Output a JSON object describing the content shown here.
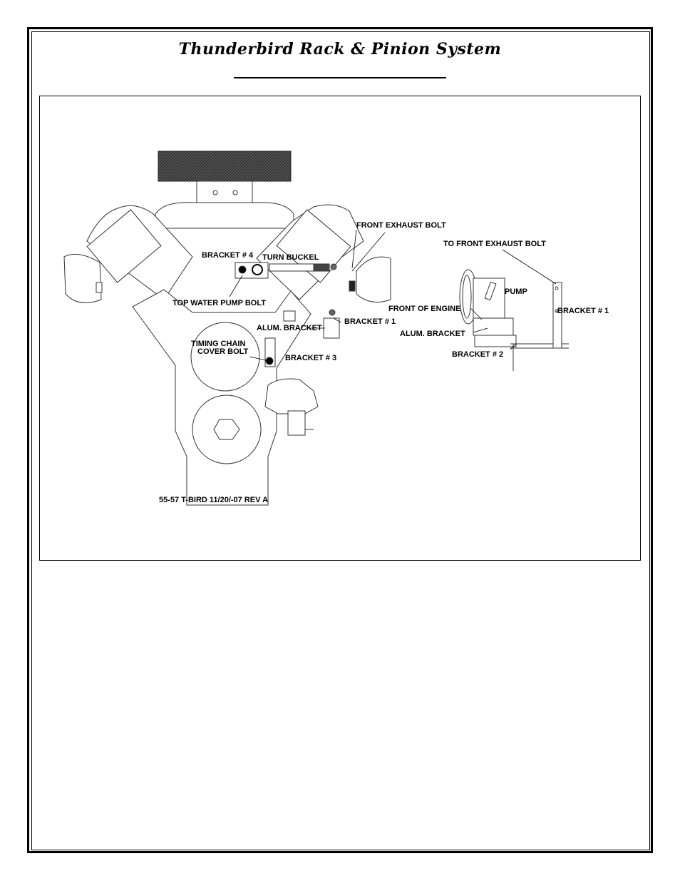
{
  "document": {
    "title": "Thunderbird Rack & Pinion System"
  },
  "figure": {
    "labels": {
      "front_exhaust_bolt": "FRONT EXHAUST BOLT",
      "to_front_exhaust_bolt": "TO FRONT EXHAUST BOLT",
      "bracket4": "BRACKET # 4",
      "turn_buckel": "TURN BUCKEL",
      "top_water_pump_bolt": "TOP WATER PUMP BOLT",
      "pump": "PUMP",
      "front_of_engine": "FRONT OF ENGINE",
      "bracket1_right": "BRACKET # 1",
      "bracket1_left": "BRACKET # 1",
      "alum_bracket_left": "ALUM. BRACKET",
      "alum_bracket_right": "ALUM. BRACKET",
      "timing_chain_line1": "TIMING CHAIN",
      "timing_chain_line2": "COVER BOLT",
      "bracket3": "BRACKET # 3",
      "bracket2": "BRACKET # 2",
      "revision": "55-57 T-BIRD 11/20/-07  REV A"
    }
  }
}
